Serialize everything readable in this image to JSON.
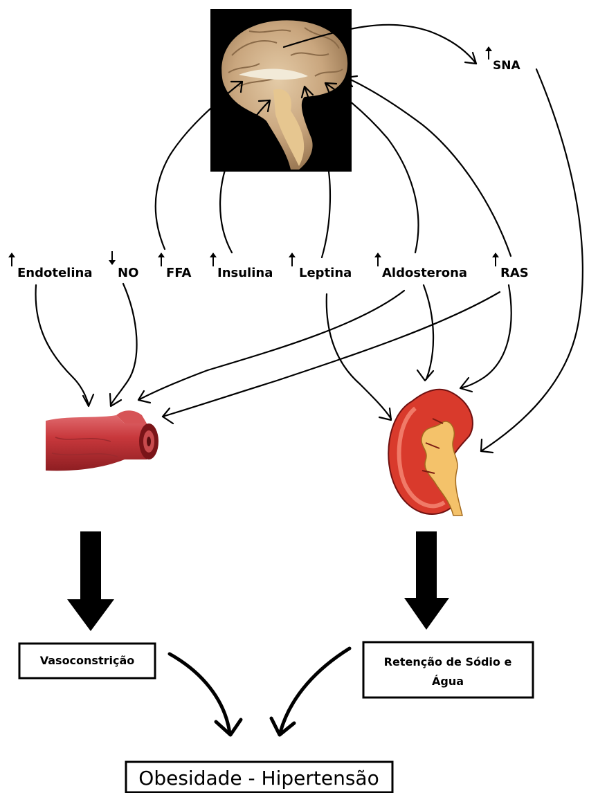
{
  "factors": [
    {
      "label": "Endotelina",
      "direction": "up"
    },
    {
      "label": "NO",
      "direction": "down"
    },
    {
      "label": "FFA",
      "direction": "up"
    },
    {
      "label": "Insulina",
      "direction": "up"
    },
    {
      "label": "Leptina",
      "direction": "up"
    },
    {
      "label": "Aldosterona",
      "direction": "up"
    },
    {
      "label": "RAS",
      "direction": "up"
    }
  ],
  "sna": {
    "label": "SNA",
    "direction": "up"
  },
  "images": {
    "brain": "brain-sagittal",
    "vessel": "blood-vessel",
    "kidney": "kidney"
  },
  "boxes": {
    "vasoconstriction": "Vasoconstrição",
    "retention_line1": "Retenção de Sódio e",
    "retention_line2": "Água"
  },
  "outcome": "Obesidade - Hipertensão",
  "colors": {
    "vessel": "#c8383c",
    "kidney_outer": "#d93a2c",
    "kidney_pelvis": "#f4c26a",
    "brain_bg": "#000000",
    "brain_tissue": "#c8a47c"
  }
}
